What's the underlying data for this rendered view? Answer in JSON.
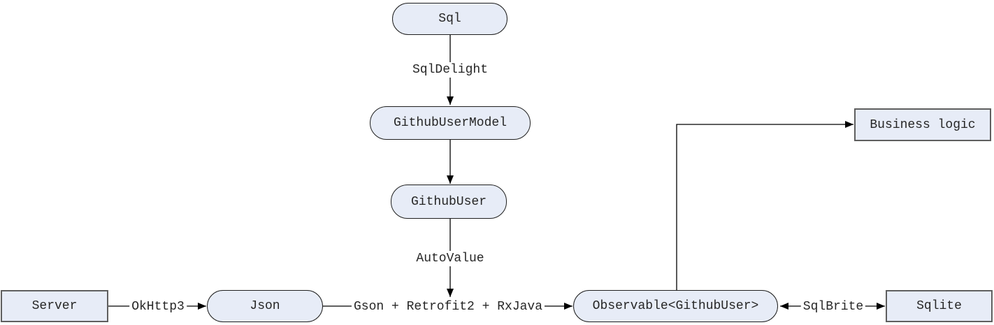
{
  "diagram": {
    "nodes": {
      "sql": {
        "label": "Sql",
        "shape": "pill"
      },
      "githubUserModel": {
        "label": "GithubUserModel",
        "shape": "pill"
      },
      "githubUser": {
        "label": "GithubUser",
        "shape": "pill"
      },
      "server": {
        "label": "Server",
        "shape": "rect"
      },
      "json": {
        "label": "Json",
        "shape": "pill"
      },
      "observable": {
        "label": "Observable<GithubUser>",
        "shape": "pill"
      },
      "sqlite": {
        "label": "Sqlite",
        "shape": "rect"
      },
      "businessLogic": {
        "label": "Business logic",
        "shape": "rect"
      }
    },
    "edges": [
      {
        "from": "sql",
        "to": "githubUserModel",
        "label": "SqlDelight",
        "direction": "down"
      },
      {
        "from": "githubUserModel",
        "to": "githubUser",
        "label": "",
        "direction": "down"
      },
      {
        "from": "githubUser",
        "to": "json-observable-edge",
        "label": "AutoValue",
        "direction": "down"
      },
      {
        "from": "server",
        "to": "json",
        "label": "OkHttp3",
        "direction": "right"
      },
      {
        "from": "json",
        "to": "observable",
        "label": "Gson + Retrofit2 + RxJava",
        "direction": "right"
      },
      {
        "from": "observable",
        "to": "sqlite",
        "label": "SqlBrite",
        "direction": "both"
      },
      {
        "from": "observable",
        "to": "businessLogic",
        "label": "",
        "direction": "elbow-up-right"
      }
    ],
    "edge_labels": {
      "sqldelight": "SqlDelight",
      "autovalue": "AutoValue",
      "okhttp": "OkHttp3",
      "gson_retrofit_rxjava": "Gson + Retrofit2 + RxJava",
      "sqlbrite": "SqlBrite"
    },
    "colors": {
      "node_fill": "#e7ecf7",
      "pill_border": "#1f1f1f",
      "rect_border": "#5f5f5f",
      "line": "#000000",
      "text": "#262626",
      "background": "#ffffff"
    }
  }
}
